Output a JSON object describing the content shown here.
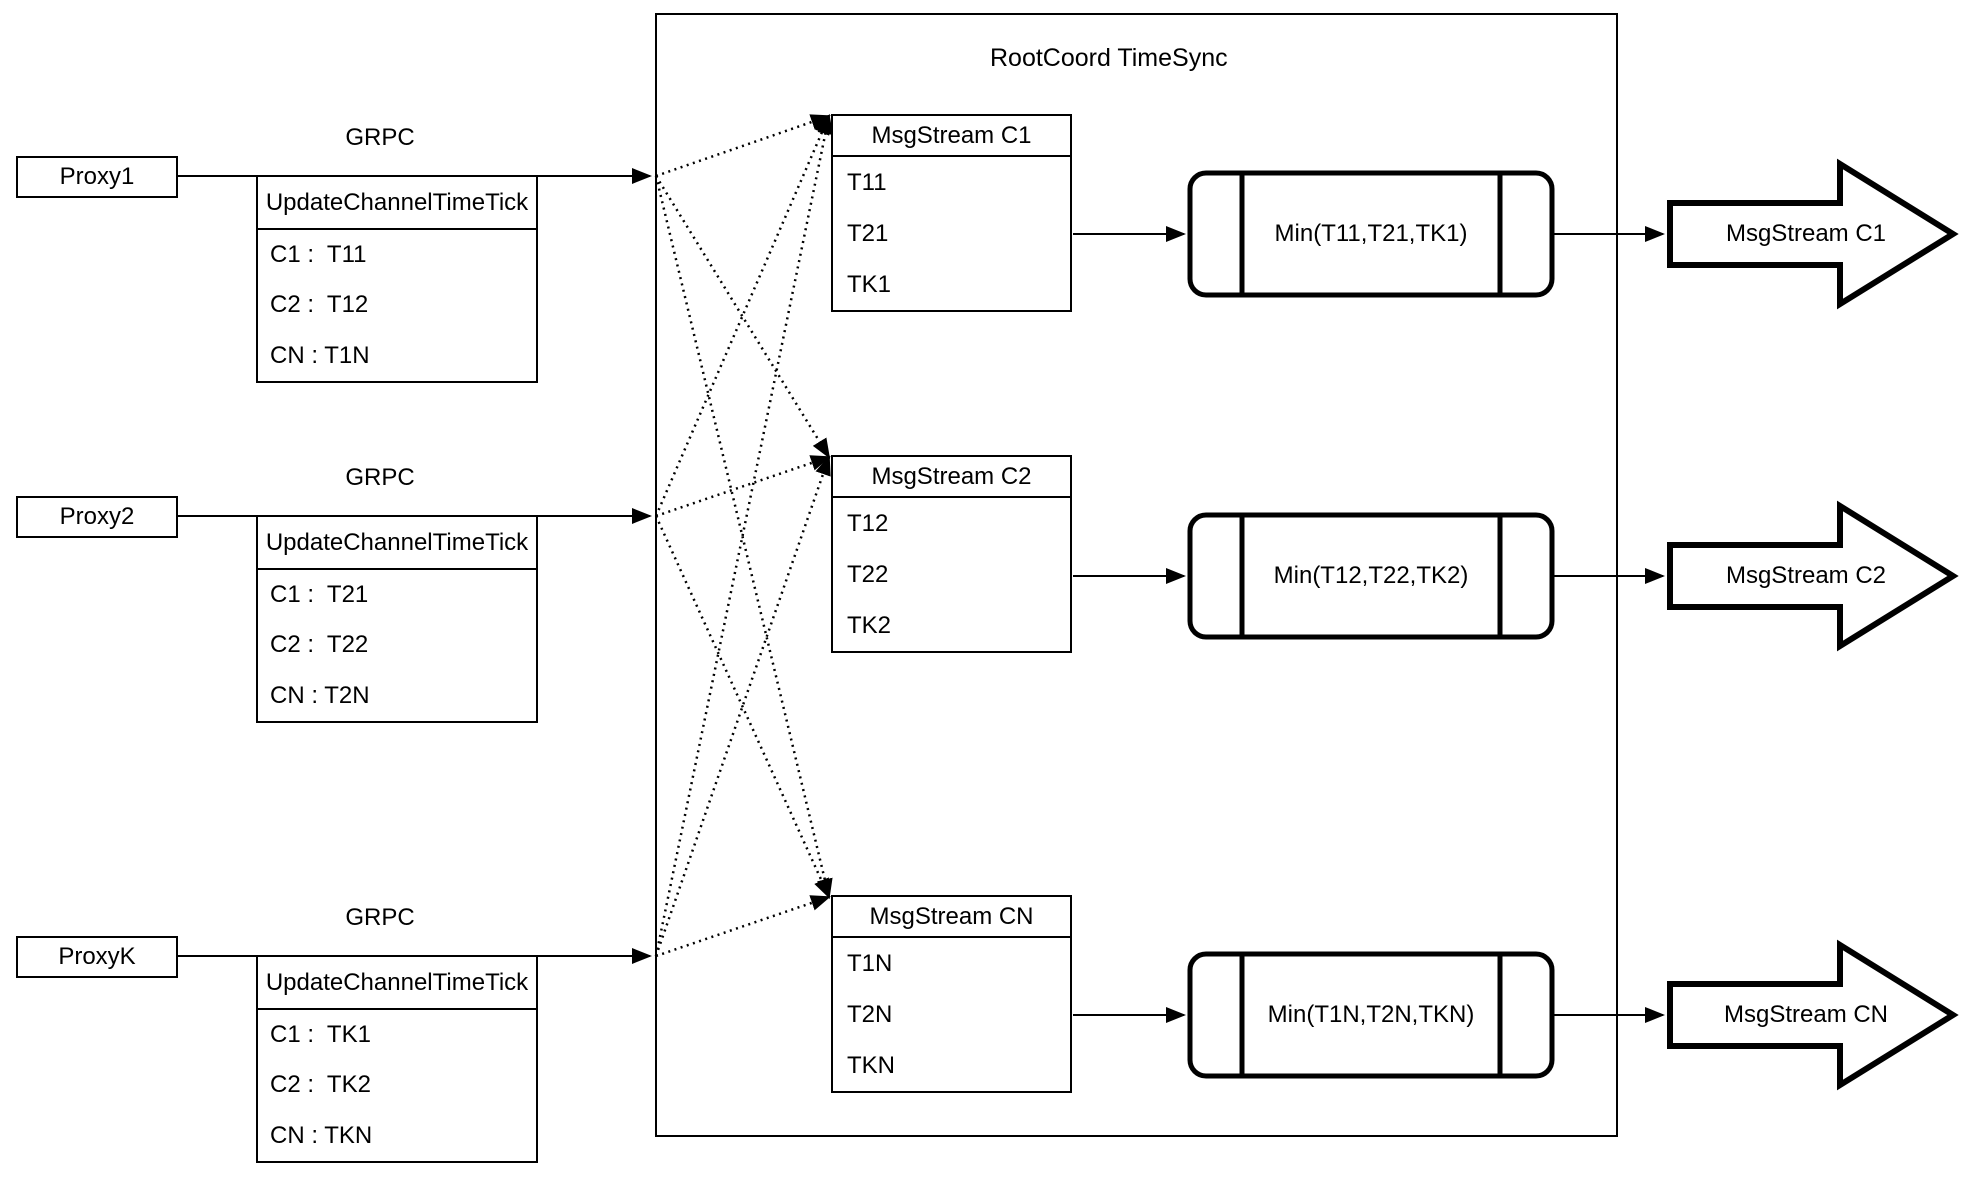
{
  "page": {
    "background_color": "#ffffff",
    "ink_color": "#000000"
  },
  "diagram": {
    "title": "RootCoord TimeSync",
    "rows": [
      {
        "proxy_label": "Proxy1",
        "grpc_label": "GRPC",
        "update_table": {
          "header": "UpdateChannelTimeTick",
          "rows": [
            "C1 :  T11",
            "C2 :  T12",
            "CN : T1N"
          ]
        },
        "msgstream_table": {
          "header": "MsgStream C1",
          "rows": [
            "T11",
            "T21",
            "TK1"
          ]
        },
        "min_label": "Min(T11,T21,TK1)",
        "output_arrow_label": "MsgStream C1"
      },
      {
        "proxy_label": "Proxy2",
        "grpc_label": "GRPC",
        "update_table": {
          "header": "UpdateChannelTimeTick",
          "rows": [
            "C1 :  T21",
            "C2 :  T22",
            "CN : T2N"
          ]
        },
        "msgstream_table": {
          "header": "MsgStream C2",
          "rows": [
            "T12",
            "T22",
            "TK2"
          ]
        },
        "min_label": "Min(T12,T22,TK2)",
        "output_arrow_label": "MsgStream C2"
      },
      {
        "proxy_label": "ProxyK",
        "grpc_label": "GRPC",
        "update_table": {
          "header": "UpdateChannelTimeTick",
          "rows": [
            "C1 :  TK1",
            "C2 :  TK2",
            "CN : TKN"
          ]
        },
        "msgstream_table": {
          "header": "MsgStream CN",
          "rows": [
            "T1N",
            "T2N",
            "TKN"
          ]
        },
        "min_label": "Min(T1N,T2N,TKN)",
        "output_arrow_label": "MsgStream CN"
      }
    ]
  }
}
